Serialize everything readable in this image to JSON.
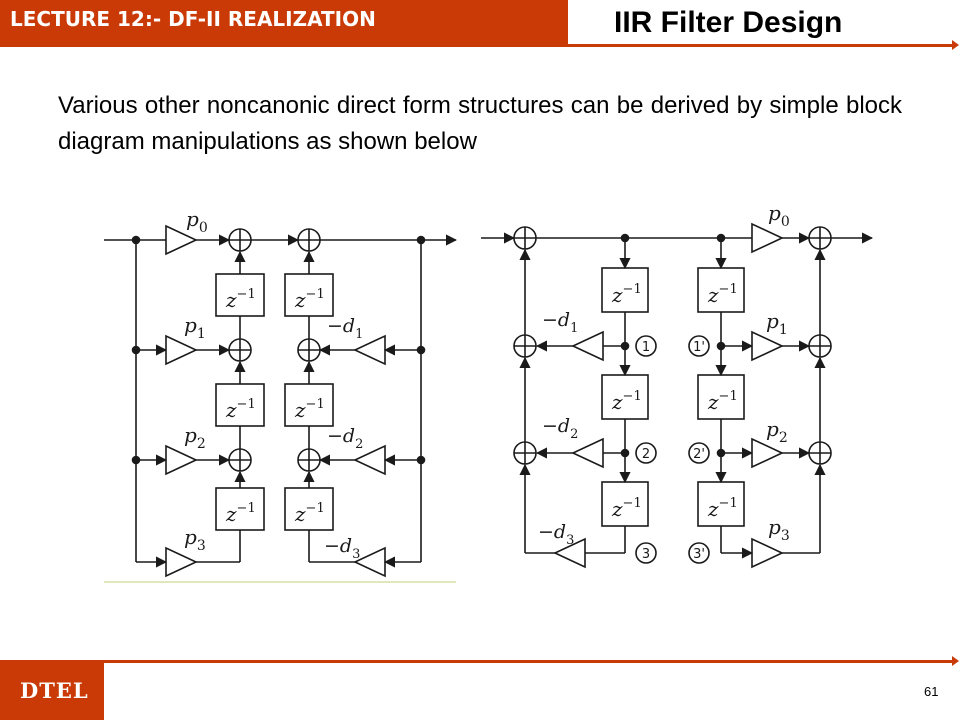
{
  "header": {
    "lecture_title": "LECTURE 12:- DF-II REALIZATION",
    "topic_title": "IIR Filter Design",
    "accent_color": "#c93a06"
  },
  "content": {
    "body_text": "Various other noncanonic direct form structures can be derived by simple block diagram manipulations as shown below"
  },
  "diagram_left": {
    "p": [
      "p",
      "p",
      "p",
      "p"
    ],
    "p_sub": [
      "0",
      "1",
      "2",
      "3"
    ],
    "z": [
      "z",
      "z",
      "z",
      "z",
      "z",
      "z"
    ],
    "z_exp": [
      "−1",
      "−1",
      "−1",
      "−1",
      "−1",
      "−1"
    ],
    "d": [
      "−d",
      "−d",
      "−d"
    ],
    "d_sub": [
      "1",
      "2",
      "3"
    ]
  },
  "diagram_right": {
    "p": [
      "p",
      "p",
      "p",
      "p"
    ],
    "p_sub": [
      "0",
      "1",
      "2",
      "3"
    ],
    "z": [
      "z",
      "z",
      "z",
      "z",
      "z",
      "z"
    ],
    "z_exp": [
      "−1",
      "−1",
      "−1",
      "−1",
      "−1",
      "−1"
    ],
    "d": [
      "−d",
      "−d",
      "−d"
    ],
    "d_sub": [
      "1",
      "2",
      "3"
    ],
    "nodes_left": [
      "1",
      "2",
      "3"
    ],
    "nodes_right": [
      "1'",
      "2'",
      "3'"
    ]
  },
  "footer": {
    "brand": "DTEL",
    "page_number": "61"
  }
}
